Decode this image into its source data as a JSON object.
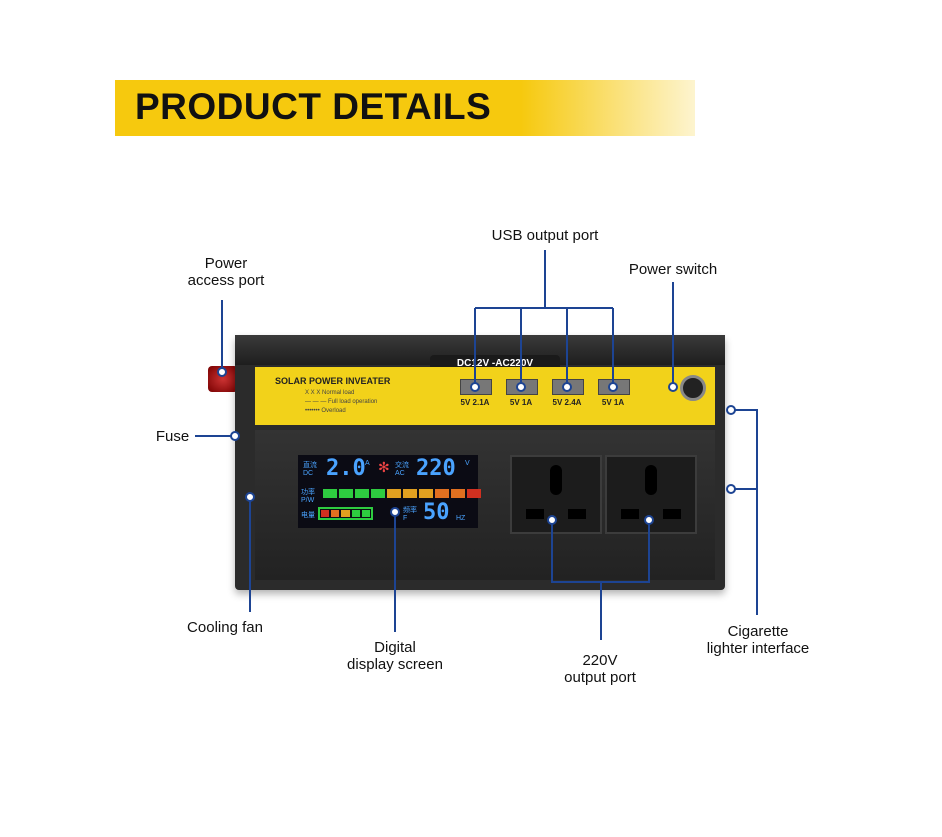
{
  "banner": {
    "title": "PRODUCT DETAILS"
  },
  "labels": {
    "usb_output_port": "USB output port",
    "power_switch": "Power switch",
    "power_access_port_1": "Power",
    "power_access_port_2": "access port",
    "fuse": "Fuse",
    "cooling_fan": "Cooling fan",
    "digital_display_1": "Digital",
    "digital_display_2": "display screen",
    "output_220v_1": "220V",
    "output_220v_2": "output port",
    "cigarette_1": "Cigarette",
    "cigarette_2": "lighter interface"
  },
  "device": {
    "model_tag": "DC12V -AC220V",
    "brand": "SOLAR POWER INVEATER",
    "legend": [
      "X X X  Normal load",
      "— — —  Full load operation",
      "•••••••  Overload"
    ],
    "usb_ports": [
      "5V 2.1A",
      "5V 1A",
      "5V 2.4A",
      "5V 1A"
    ],
    "lcd": {
      "dc_label": "直流 DC",
      "dc_value": "2.0",
      "ac_label": "交流 AC",
      "ac_value": "220",
      "power_label": "功率 P/W",
      "battery_label": "电量",
      "freq_label": "频率 F",
      "freq_value": "50",
      "freq_unit": "HZ",
      "unit_a": "A",
      "unit_v": "V"
    }
  },
  "colors": {
    "accent": "#f6c90e",
    "line": "#1d4493"
  }
}
